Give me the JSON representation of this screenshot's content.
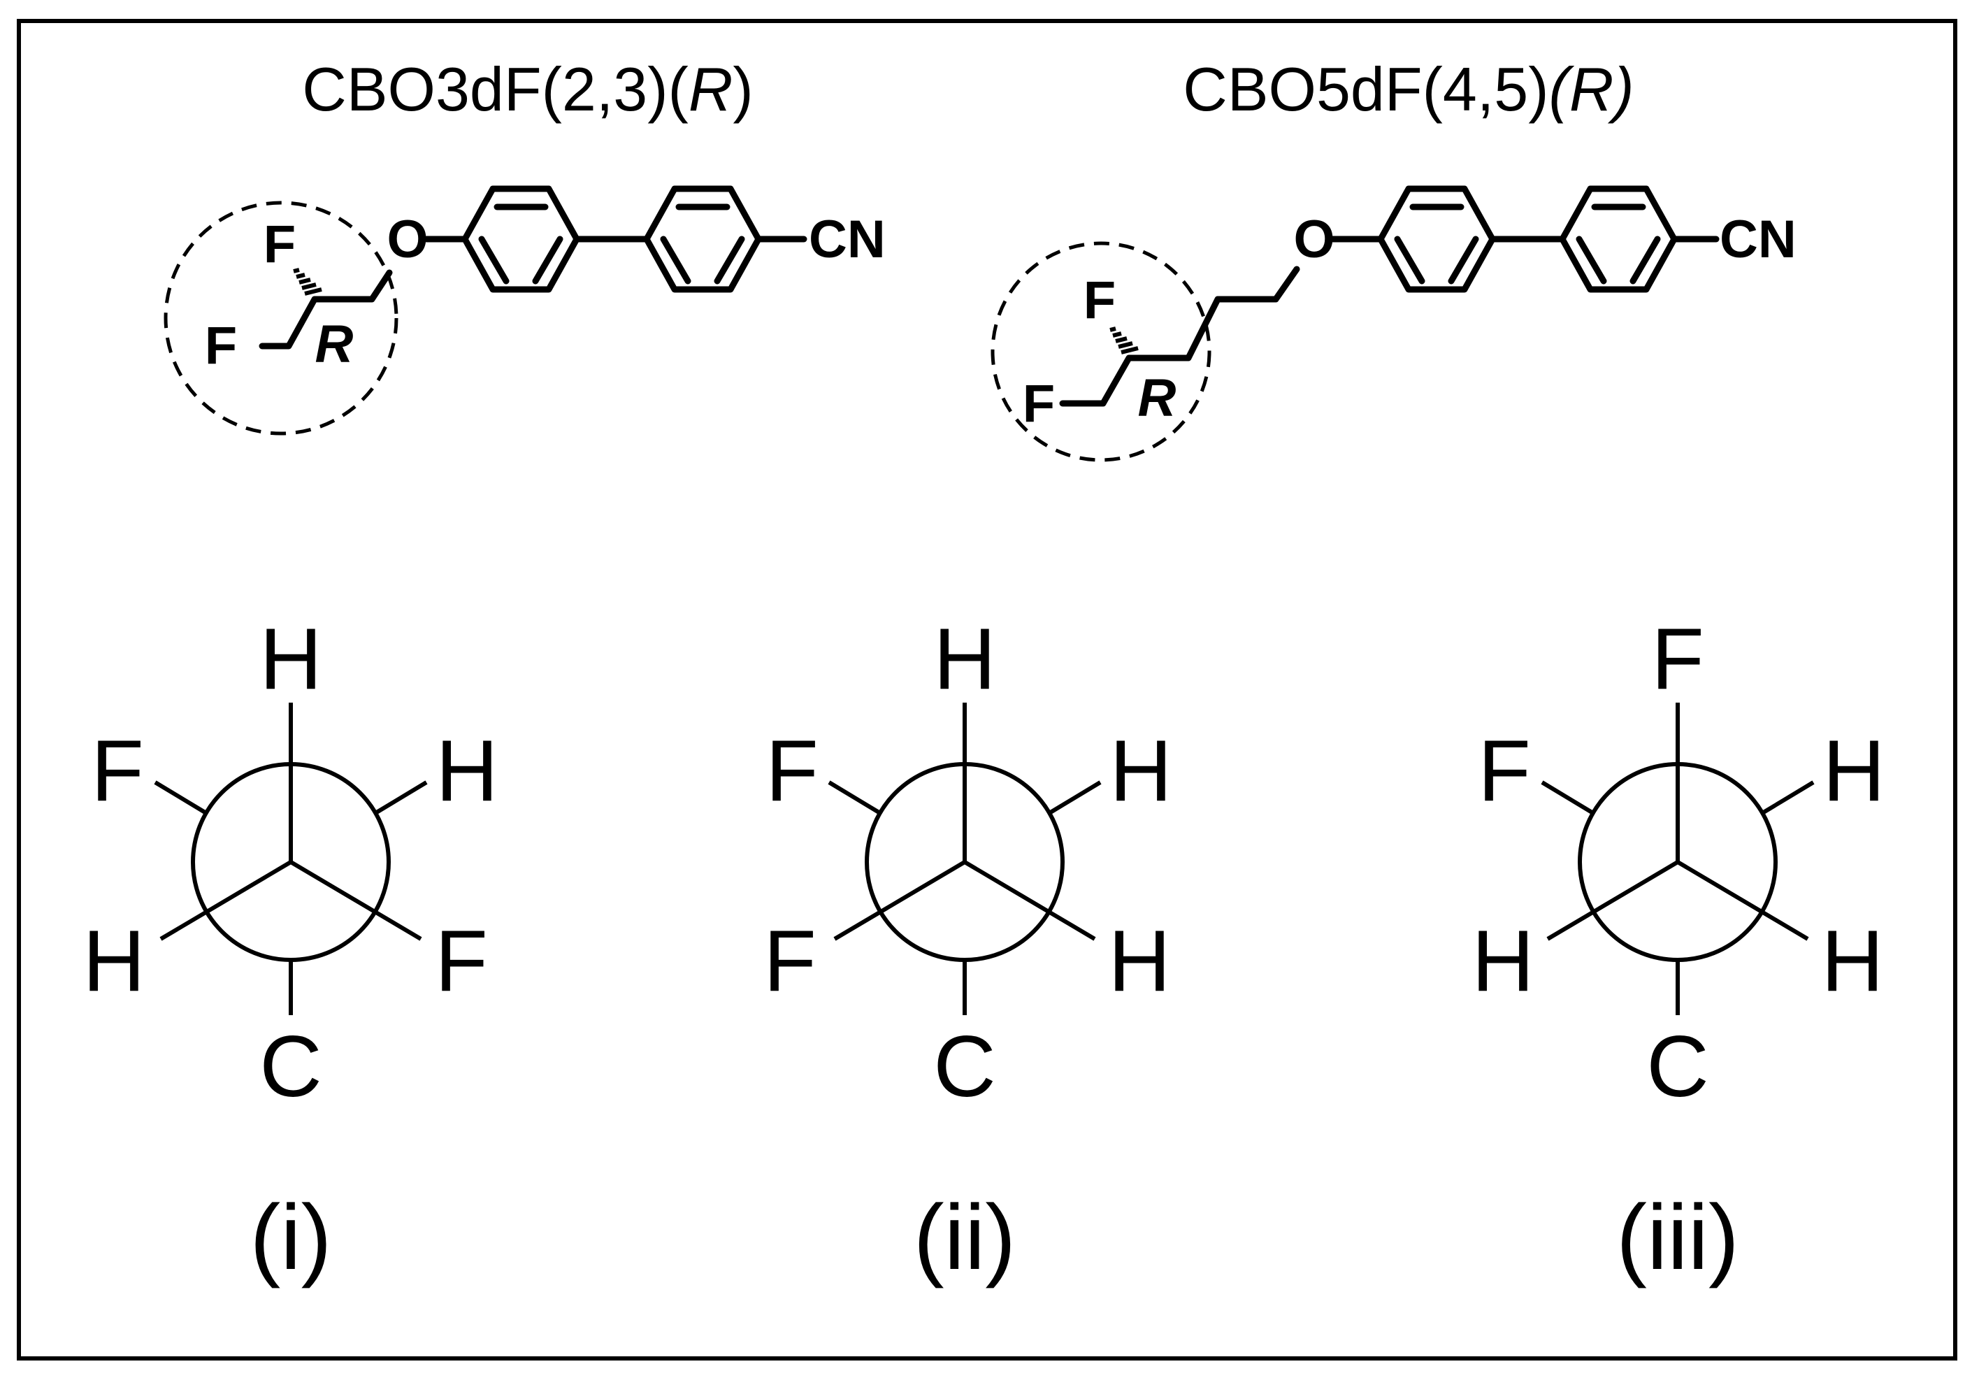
{
  "molecules": [
    {
      "name_plain": "CBO3dF(2,3)(",
      "name_italic": "R",
      "name_close": ")",
      "atom_F_top": "F",
      "atom_F_bottom": "F",
      "atom_O": "O",
      "atom_CN": "CN",
      "stereo_label": "R"
    },
    {
      "name_plain": "CBO5dF(4,5)",
      "name_italic": "(R)",
      "name_close": "",
      "atom_F_top": "F",
      "atom_F_bottom": "F",
      "atom_O": "O",
      "atom_CN": "CN",
      "stereo_label": "R"
    }
  ],
  "newman_projections": [
    {
      "caption": "(i)",
      "top": "H",
      "upper_left": "F",
      "upper_right": "H",
      "lower_left": "H",
      "lower_right": "F",
      "bottom": "C"
    },
    {
      "caption": "(ii)",
      "top": "H",
      "upper_left": "F",
      "upper_right": "H",
      "lower_left": "F",
      "lower_right": "H",
      "bottom": "C"
    },
    {
      "caption": "(iii)",
      "top": "F",
      "upper_left": "F",
      "upper_right": "H",
      "lower_left": "H",
      "lower_right": "H",
      "bottom": "C"
    }
  ]
}
